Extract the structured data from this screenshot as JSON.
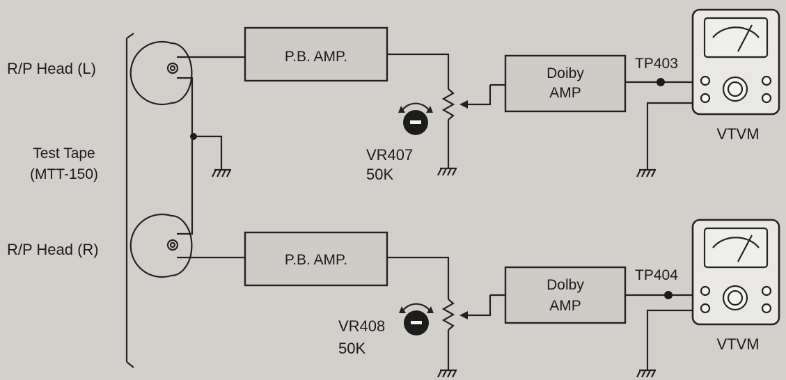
{
  "labels": {
    "head_left": "R/P Head (L)",
    "head_right": "R/P Head (R)",
    "tape_line1": "Test Tape",
    "tape_line2": "(MTT-150)",
    "pb_amp_top": "P.B. AMP.",
    "pb_amp_bottom": "P.B. AMP.",
    "dolby_top_line1": "Doiby",
    "dolby_top_line2": "AMP",
    "dolby_bottom_line1": "Dolby",
    "dolby_bottom_line2": "AMP",
    "vr_top_name": "VR407",
    "vr_top_value": "50K",
    "vr_bottom_name": "VR408",
    "vr_bottom_value": "50K",
    "tp_top": "TP403",
    "tp_bottom": "TP404",
    "meter_top": "VTVM",
    "meter_bottom": "VTVM"
  },
  "icons": {
    "tape_head": "tape-head-icon",
    "ground": "ground-icon",
    "potentiometer": "potentiometer-icon",
    "adjust_knob": "adjust-knob-icon",
    "meter": "vtvm-meter-icon"
  },
  "colors": {
    "background": "#d3d0cb",
    "line": "#222222"
  }
}
